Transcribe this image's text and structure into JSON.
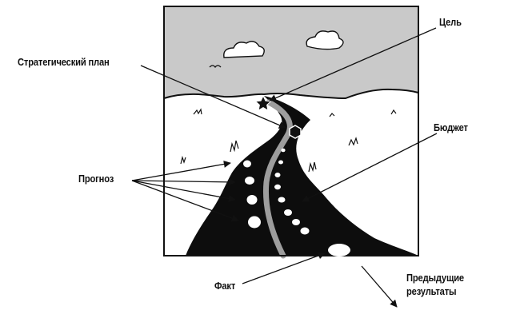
{
  "labels": {
    "goal": "Цель",
    "strategic_plan": "Стратегический план",
    "budget": "Бюджет",
    "forecast": "Прогноз",
    "fact": "Факт",
    "previous_results_line1": "Предыдущие",
    "previous_results_line2": "результаты"
  },
  "colors": {
    "ink": "#111111",
    "sky": "#c9c9c9",
    "road": "#0d0d0d",
    "paper": "#ffffff"
  },
  "icons": [
    "star-icon",
    "hexagon-marker-icon",
    "cloud-icon",
    "bird-icon"
  ]
}
